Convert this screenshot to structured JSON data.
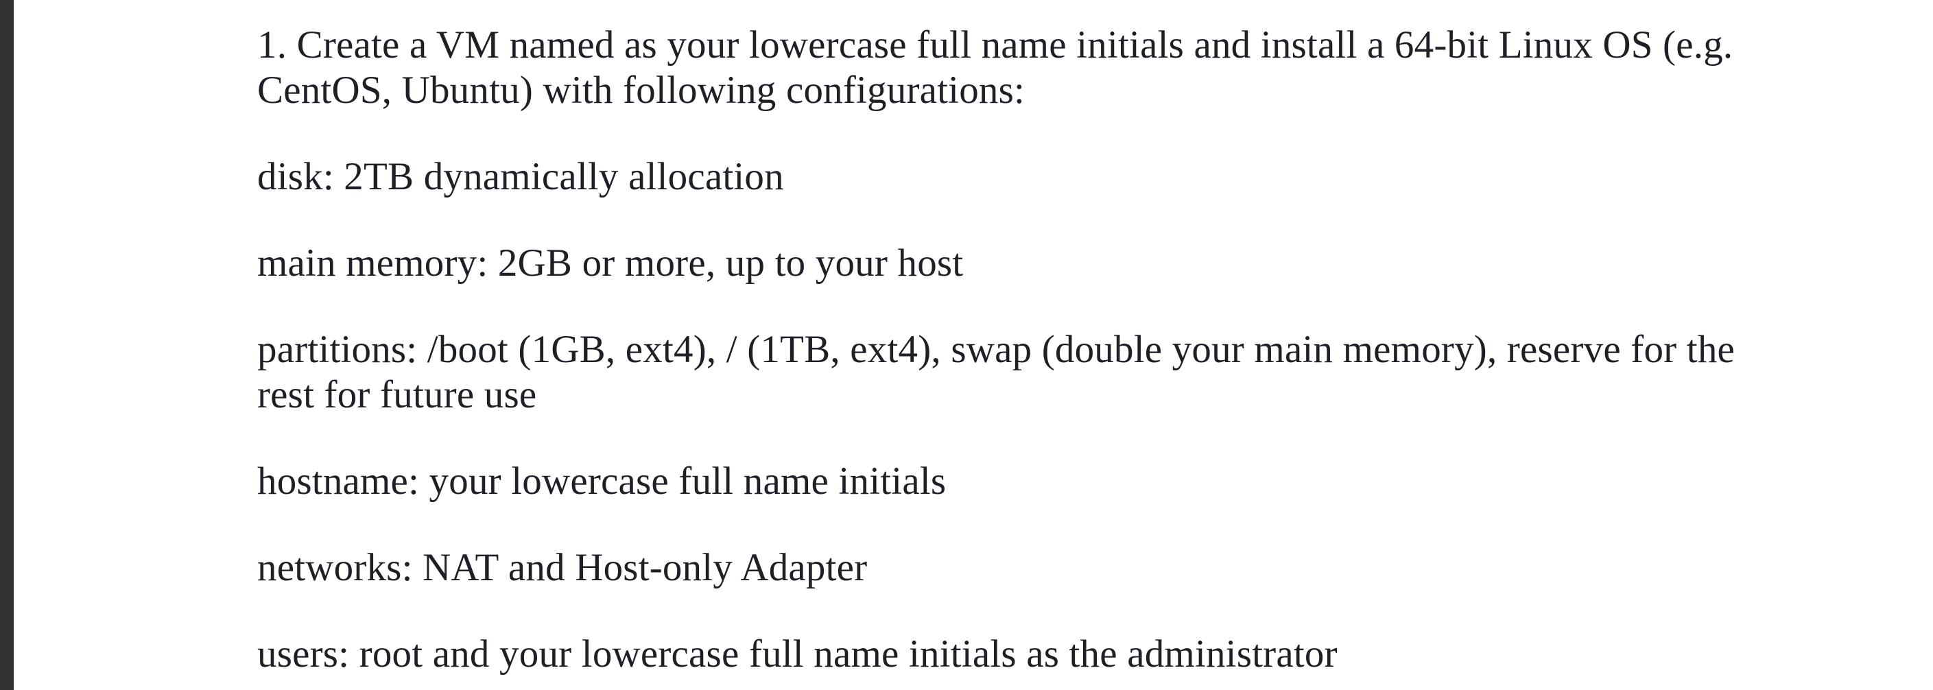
{
  "page": {
    "background_color": "#ffffff",
    "text_color": "#1d2127",
    "left_edge_color": "#323233"
  },
  "document": {
    "paragraphs": [
      {
        "lines": [
          "1. Create a VM named as your lowercase full name initials and install a 64-bit Linux OS (e.g.",
          "CentOS, Ubuntu) with following configurations:"
        ]
      },
      {
        "lines": [
          "disk: 2TB dynamically allocation"
        ]
      },
      {
        "lines": [
          "main memory: 2GB or more, up to your host"
        ]
      },
      {
        "lines": [
          "partitions: /boot (1GB, ext4), / (1TB, ext4), swap (double your main memory), reserve for the",
          "rest for future use"
        ]
      },
      {
        "lines": [
          "hostname: your lowercase full name initials"
        ]
      },
      {
        "lines": [
          "networks: NAT and Host-only Adapter"
        ]
      },
      {
        "lines": [
          "users: root and your lowercase full name initials as the administrator"
        ]
      }
    ]
  }
}
